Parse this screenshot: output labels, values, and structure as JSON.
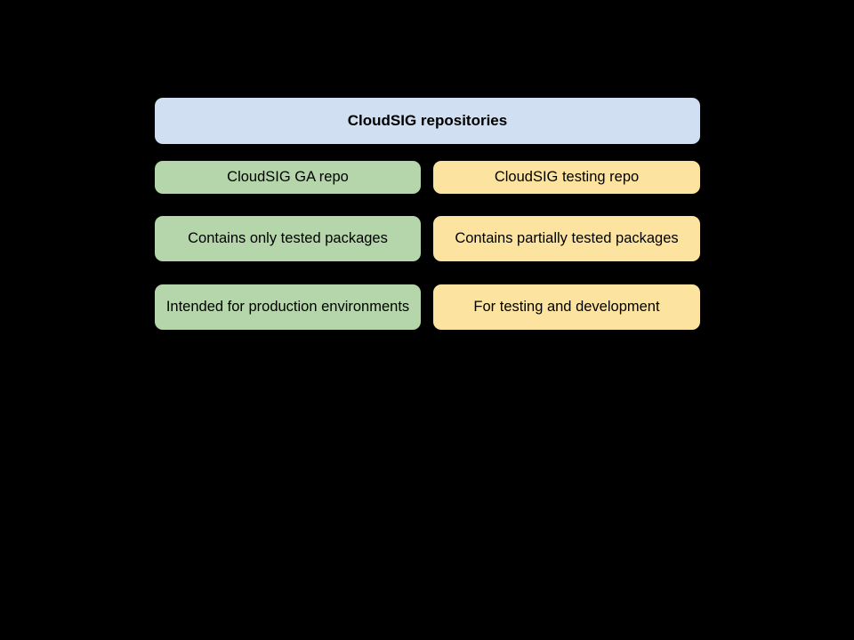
{
  "diagram": {
    "background_color": "#000000",
    "text_color": "#000000",
    "title_node": {
      "label": "CloudSIG repositories",
      "color": "#d0e0f2"
    },
    "columns": [
      {
        "key": "ga",
        "color": "#b5d6aa",
        "name_label": "CloudSIG GA repo",
        "contents_label": "Contains only tested packages",
        "usage_label": "Intended for production environments"
      },
      {
        "key": "testing",
        "color": "#fce4a0",
        "name_label": "CloudSIG testing repo",
        "contents_label": "Contains partially tested packages",
        "usage_label": "For testing and development"
      }
    ]
  }
}
